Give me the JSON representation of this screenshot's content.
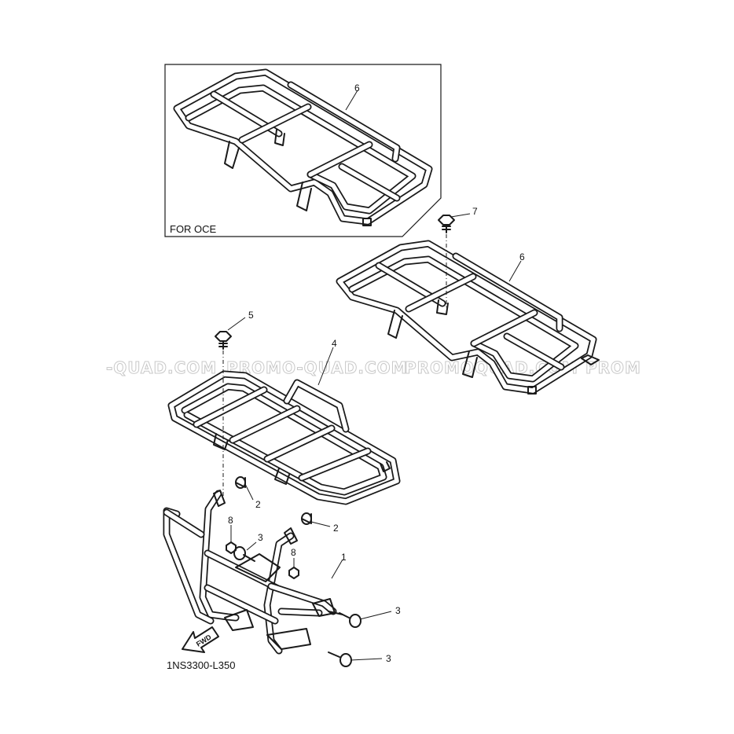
{
  "inset": {
    "label": "FOR OCE"
  },
  "callouts": {
    "c1": "1",
    "c2a": "2",
    "c2b": "2",
    "c3a": "3",
    "c3b": "3",
    "c3c": "3",
    "c4": "4",
    "c5": "5",
    "c6a": "6",
    "c6b": "6",
    "c7": "7",
    "c8a": "8",
    "c8b": "8"
  },
  "watermarks": [
    "-QUAD.COM",
    "PROMO-QUAD.COM",
    "PROMOQUAD.COM",
    "PROM"
  ],
  "arrow": {
    "label": "FWD"
  },
  "diagram_code": "1NS3300-L350",
  "colors": {
    "line": "#1a1a1a",
    "watermark": "#c8c8c8",
    "background": "#ffffff"
  }
}
